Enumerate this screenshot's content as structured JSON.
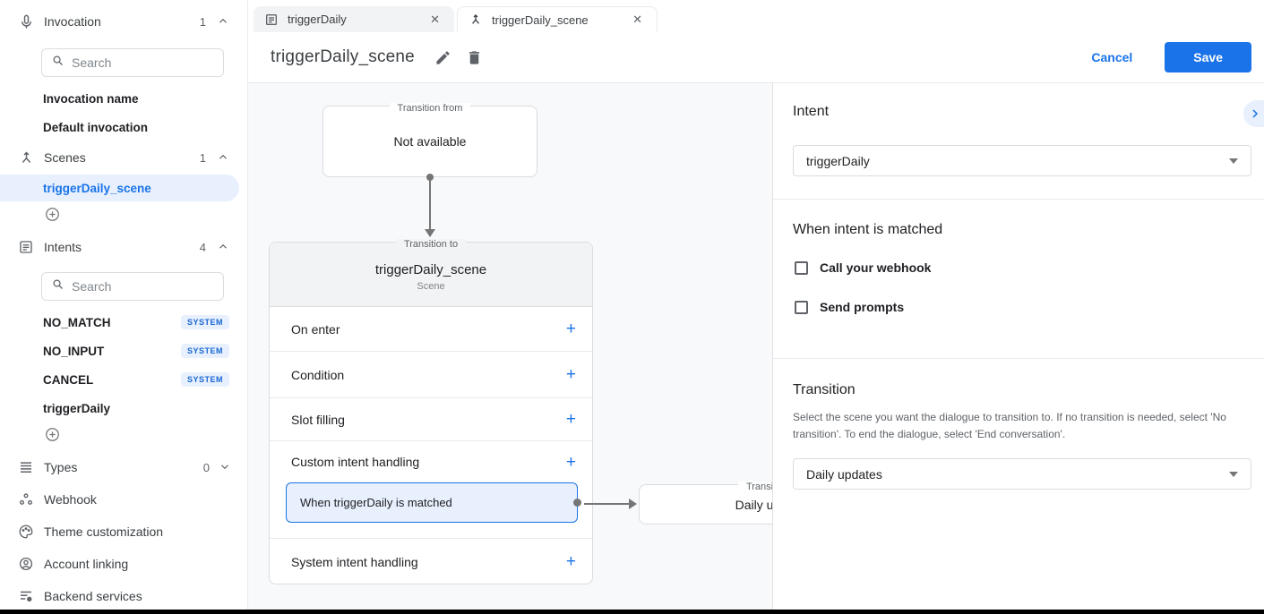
{
  "icons": {
    "close_glyph": "✕",
    "add_glyph": "+"
  },
  "sidebar": {
    "invocation": {
      "label": "Invocation",
      "count": "1",
      "search_placeholder": "Search",
      "items": [
        {
          "label": "Invocation name"
        },
        {
          "label": "Default invocation"
        }
      ]
    },
    "scenes": {
      "label": "Scenes",
      "count": "1",
      "selected_item": "triggerDaily_scene"
    },
    "intents": {
      "label": "Intents",
      "count": "4",
      "search_placeholder": "Search",
      "items": [
        {
          "label": "NO_MATCH",
          "badge": "SYSTEM"
        },
        {
          "label": "NO_INPUT",
          "badge": "SYSTEM"
        },
        {
          "label": "CANCEL",
          "badge": "SYSTEM"
        },
        {
          "label": "triggerDaily",
          "badge": ""
        }
      ]
    },
    "types": {
      "label": "Types",
      "count": "0"
    },
    "links": [
      {
        "label": "Webhook"
      },
      {
        "label": "Theme customization"
      },
      {
        "label": "Account linking"
      },
      {
        "label": "Backend services"
      }
    ]
  },
  "tabs": [
    {
      "label": "triggerDaily"
    },
    {
      "label": "triggerDaily_scene"
    }
  ],
  "header": {
    "title": "triggerDaily_scene",
    "cancel_label": "Cancel",
    "save_label": "Save"
  },
  "canvas": {
    "transition_from": {
      "legend": "Transition from",
      "value": "Not available"
    },
    "scene_card": {
      "legend": "Transition to",
      "title": "triggerDaily_scene",
      "subtitle": "Scene",
      "rows": [
        {
          "label": "On enter"
        },
        {
          "label": "Condition"
        },
        {
          "label": "Slot filling"
        },
        {
          "label": "Custom intent handling"
        },
        {
          "label": "System intent handling"
        }
      ],
      "highlighted_handler": "When triggerDaily is matched"
    },
    "target_card": {
      "legend": "Transition to",
      "value": "Daily updates"
    }
  },
  "panel": {
    "intent": {
      "heading": "Intent",
      "value": "triggerDaily"
    },
    "matched": {
      "heading": "When intent is matched",
      "checkboxes": [
        {
          "label": "Call your webhook",
          "checked": false
        },
        {
          "label": "Send prompts",
          "checked": false
        }
      ]
    },
    "transition": {
      "heading": "Transition",
      "description": "Select the scene you want the dialogue to transition to. If no transition is needed, select 'No transition'. To end the dialogue, select 'End conversation'.",
      "value": "Daily updates"
    }
  },
  "colors": {
    "accent": "#1a73e8",
    "selected_bg": "#e8f0fe",
    "badge_text": "#1967d2",
    "canvas_bg": "#f8f9fa"
  }
}
